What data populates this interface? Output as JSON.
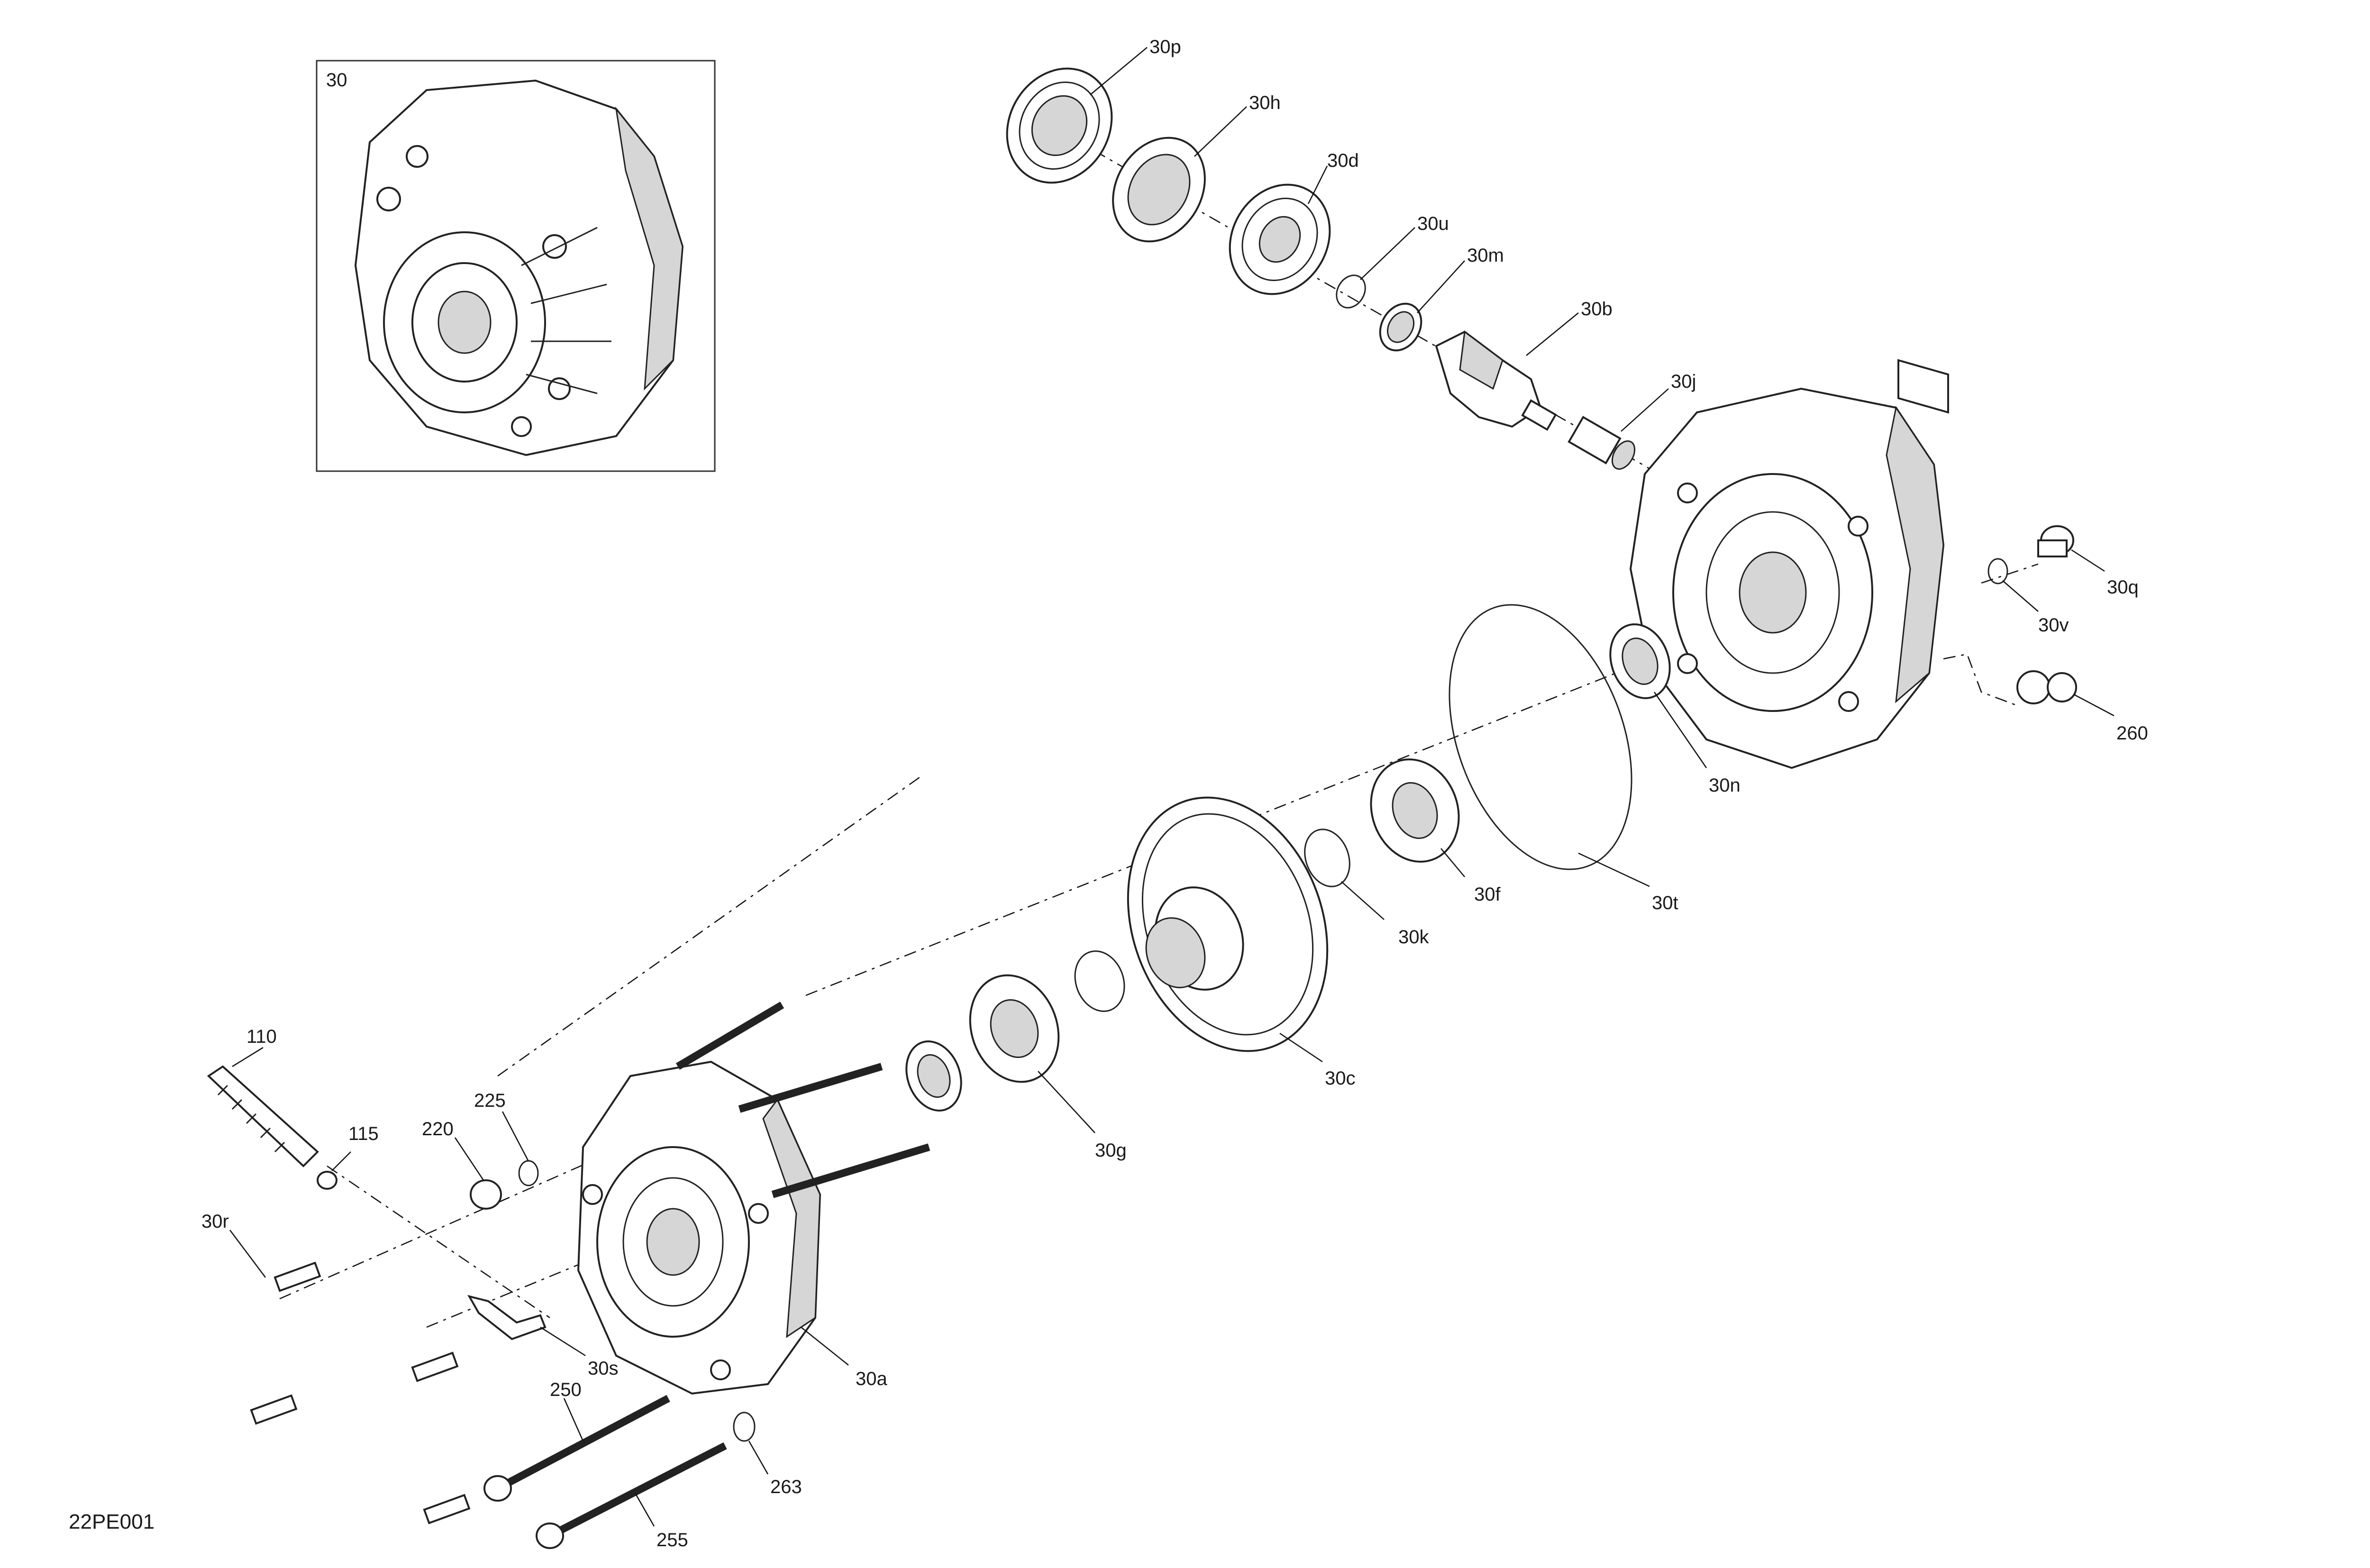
{
  "drawing_code": "22PE001",
  "inset_label": "30",
  "callouts": [
    {
      "id": "30p",
      "label": "30p"
    },
    {
      "id": "30h",
      "label": "30h"
    },
    {
      "id": "30d",
      "label": "30d"
    },
    {
      "id": "30u",
      "label": "30u"
    },
    {
      "id": "30m",
      "label": "30m"
    },
    {
      "id": "30b",
      "label": "30b"
    },
    {
      "id": "30j",
      "label": "30j"
    },
    {
      "id": "30q",
      "label": "30q"
    },
    {
      "id": "30v",
      "label": "30v"
    },
    {
      "id": "260",
      "label": "260"
    },
    {
      "id": "30n",
      "label": "30n"
    },
    {
      "id": "30t",
      "label": "30t"
    },
    {
      "id": "30f",
      "label": "30f"
    },
    {
      "id": "30k",
      "label": "30k"
    },
    {
      "id": "30c",
      "label": "30c"
    },
    {
      "id": "30g",
      "label": "30g"
    },
    {
      "id": "110",
      "label": "110"
    },
    {
      "id": "115",
      "label": "115"
    },
    {
      "id": "225",
      "label": "225"
    },
    {
      "id": "220",
      "label": "220"
    },
    {
      "id": "30r",
      "label": "30r"
    },
    {
      "id": "30s",
      "label": "30s"
    },
    {
      "id": "30a",
      "label": "30a"
    },
    {
      "id": "250",
      "label": "250"
    },
    {
      "id": "263",
      "label": "263"
    },
    {
      "id": "255",
      "label": "255"
    }
  ]
}
